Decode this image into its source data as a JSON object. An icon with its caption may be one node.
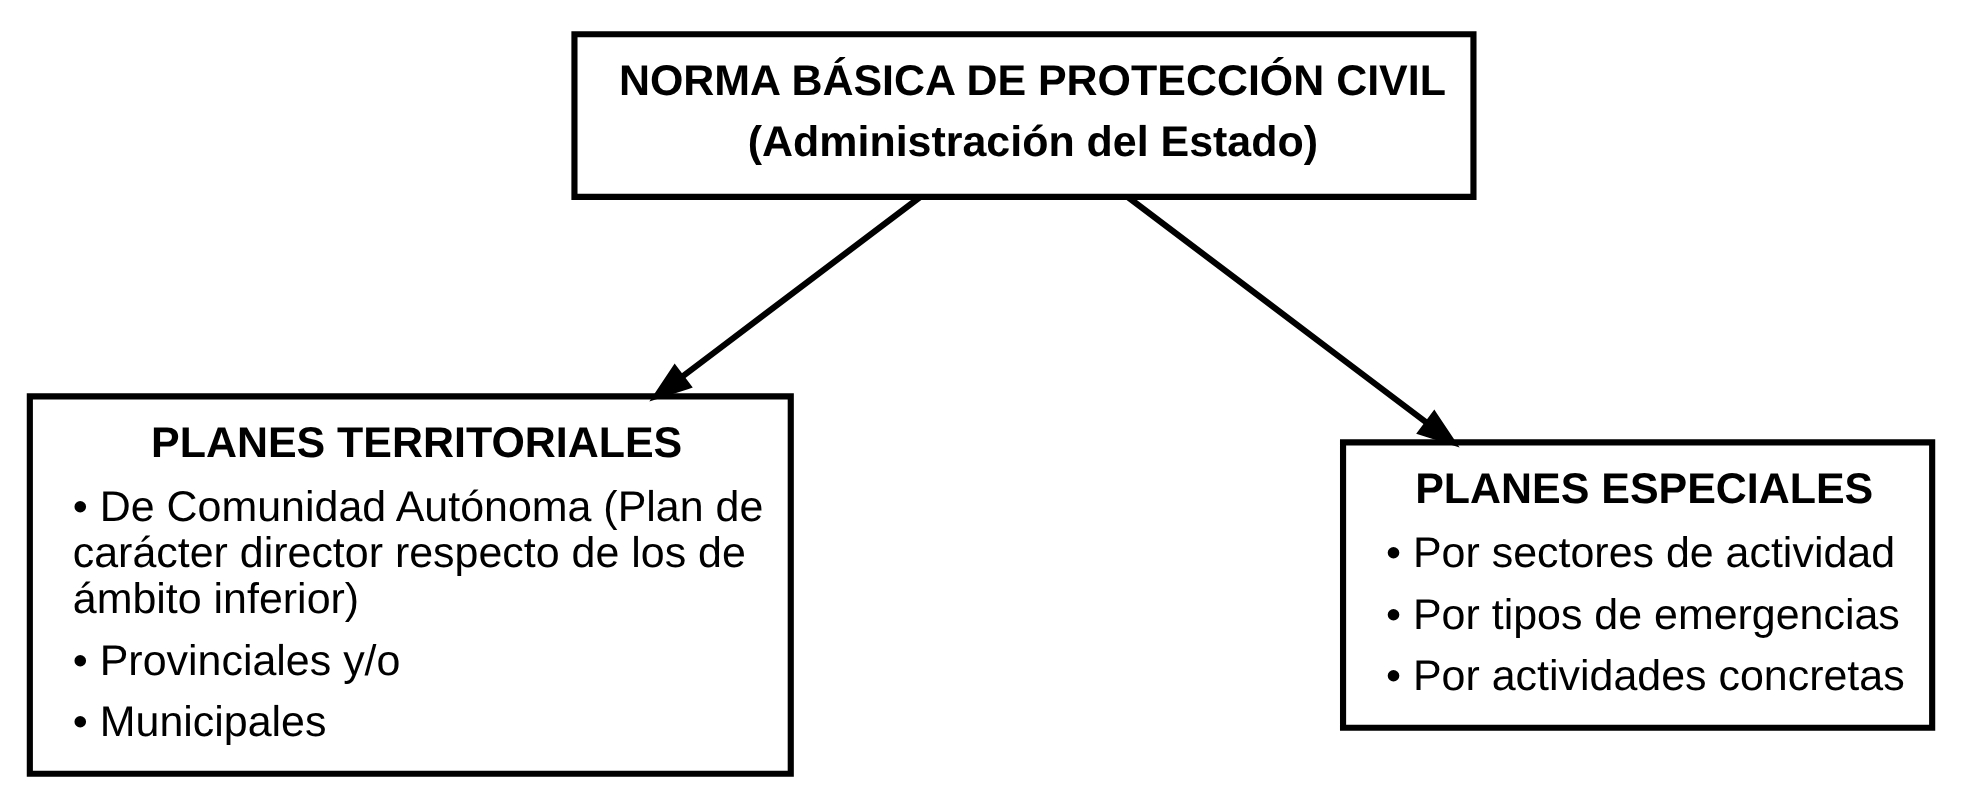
{
  "diagram": {
    "nodes": [
      {
        "text": [
          "NORMA BÁSICA DE PROTECCIÓN CIVIL",
          "(Administración del Estado)"
        ]
      },
      {
        "text": [
          "PLANES TERRITORIALES",
          "• De Comunidad Autónoma (Plan de carácter director respecto de los de ámbito inferior)",
          "• Provinciales y/o",
          "• Municipales"
        ]
      },
      {
        "text": [
          "PLANES ESPECIALES",
          "• Por sectores de actividad",
          "• Por tipos de emergencias",
          "• Por actividades concretas"
        ]
      }
    ],
    "edges": [
      {
        "from": 0,
        "to": 1,
        "arrow": "to"
      },
      {
        "from": 0,
        "to": 2,
        "arrow": "to"
      }
    ]
  }
}
